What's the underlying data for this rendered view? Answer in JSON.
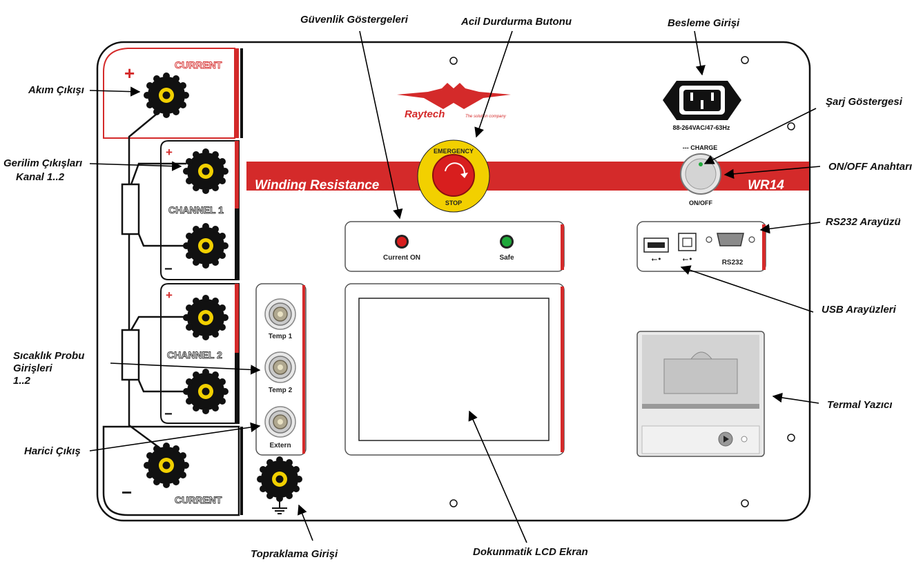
{
  "device": {
    "brand": "Raytech",
    "tagline": "The solution company",
    "product_name": "Winding Resistance",
    "model": "WR14",
    "emergency": {
      "top": "EMERGENCY",
      "bottom": "STOP"
    },
    "power_rating": "88-264VAC/47-63Hz",
    "charge_label": "--- CHARGE",
    "onoff_label": "ON/OFF",
    "current_label": "CURRENT",
    "channel1_label": "CHANNEL 1",
    "channel2_label": "CHANNEL 2",
    "plus_sign": "+",
    "minus_sign": "−",
    "current_on_label": "Current ON",
    "safe_label": "Safe",
    "rs232_label": "RS232",
    "temp1_label": "Temp 1",
    "temp2_label": "Temp 2",
    "extern_label": "Extern"
  },
  "colors": {
    "brand_red": "#d42a2a",
    "binding_post_yellow": "#f2d000",
    "safe_green": "#1fa83a",
    "current_on_red": "#d81e1e",
    "ground_black": "#111111"
  },
  "callouts": {
    "akim_cikisi": "Akım Çıkışı",
    "gerilim_line1": "Gerilim Çıkışları",
    "gerilim_line2": "Kanal 1..2",
    "sicaklik_line1": "Sıcaklık Probu",
    "sicaklik_line2": "Girişleri",
    "sicaklik_line3": "1..2",
    "harici_cikis": "Harici Çıkış",
    "topraklama": "Topraklama Girişi",
    "guvenlik": "Güvenlik Göstergeleri",
    "acil_durdurma": "Acil Durdurma Butonu",
    "besleme": "Besleme Girişi",
    "sarj": "Şarj Göstergesi",
    "onoff": "ON/OFF Anahtarı",
    "rs232": "RS232 Arayüzü",
    "usb": "USB Arayüzleri",
    "termal": "Termal Yazıcı",
    "lcd": "Dokunmatik LCD Ekran"
  }
}
